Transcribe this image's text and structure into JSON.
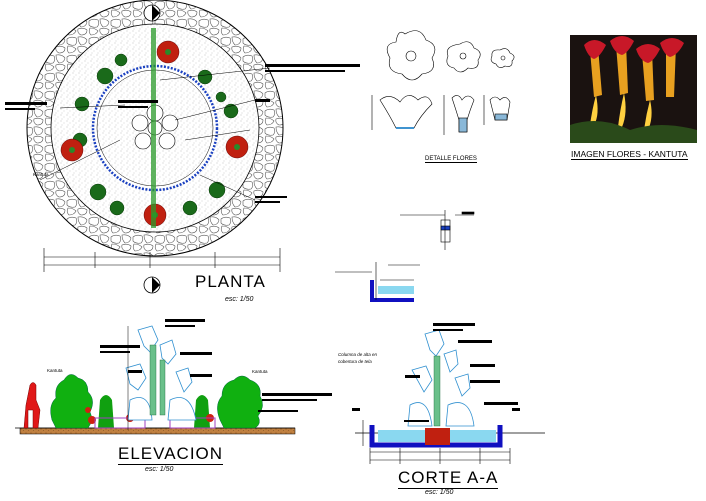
{
  "titles": {
    "planta": "PLANTA",
    "planta_scale": "esc: 1/50",
    "elevacion": "ELEVACION",
    "elevacion_scale": "esc: 1/50",
    "corte": "CORTE A-A",
    "corte_scale": "esc: 1/50",
    "detalle": "DETALLE FLORES",
    "imagen": "IMAGEN FLORES - KANTUTA"
  },
  "markers": {
    "section_a_top": "A",
    "section_a_bottom": "A"
  },
  "labels": {
    "kantuta_left": "Kantuta",
    "kantuta_right": "Kantuta",
    "kantuta_plan": "Kantuta",
    "corte_note_1": "Columna de alta en",
    "corte_note_2": "cobertura de tela"
  },
  "colors": {
    "line": "#000000",
    "water_blue": "#1010c0",
    "light_blue": "#8ad8f0",
    "plant_green": "#10a010",
    "dark_green": "#0a5a0a",
    "flower_red": "#c02010",
    "soil": "#b87840",
    "purple": "#a040c0"
  }
}
